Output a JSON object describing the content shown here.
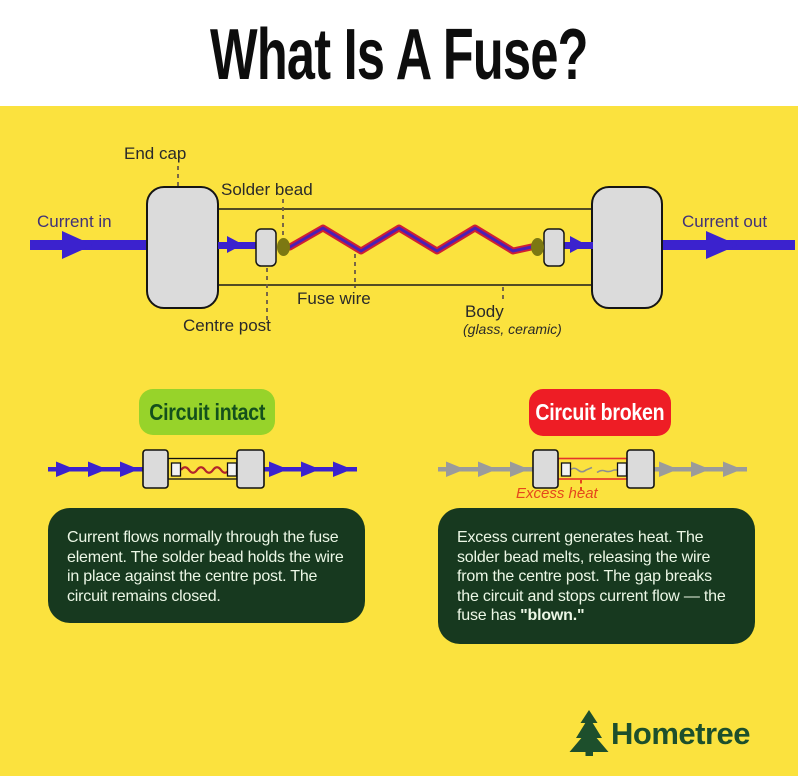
{
  "header": {
    "title": "What Is A Fuse?"
  },
  "colors": {
    "background_yellow": "#FBE23E",
    "arrow_blue": "#3B22CE",
    "label_purple": "#3F3179",
    "badge_green": "#97D32A",
    "badge_green_text": "#14501C",
    "badge_red": "#EE1D25",
    "infobox_dark_green": "#17391F",
    "brand_green": "#1D4F2C",
    "fuse_wire_red": "#CF1F33",
    "fuse_wire_purple": "#4B1FB5",
    "solder_bead_olive": "#7C7812",
    "end_cap_gray": "#DBDBDB",
    "broken_current_gray": "#9B9B9B",
    "excess_heat_red": "#E5471C"
  },
  "diagram": {
    "labels": {
      "end_cap": "End cap",
      "solder_bead": "Solder bead",
      "current_in": "Current in",
      "current_out": "Current out",
      "fuse_wire": "Fuse wire",
      "centre_post": "Centre post",
      "body": "Body",
      "body_sub": "(glass, ceramic)"
    }
  },
  "sections": {
    "intact": {
      "badge": "Circuit intact",
      "description": "Current flows normally through the fuse\nelement. The solder bead holds the wire\nin place against the centre post. The\ncircuit remains closed."
    },
    "broken": {
      "badge": "Circuit broken",
      "excess_heat": "Excess heat",
      "desc_main": "Excess current generates heat. The\nsolder bead melts, releasing the wire\nfrom the centre post. The gap breaks\nthe circuit and stops current flow — the\nfuse has ",
      "desc_bold": "\"blown.\""
    }
  },
  "footer": {
    "brand": "Hometree"
  }
}
